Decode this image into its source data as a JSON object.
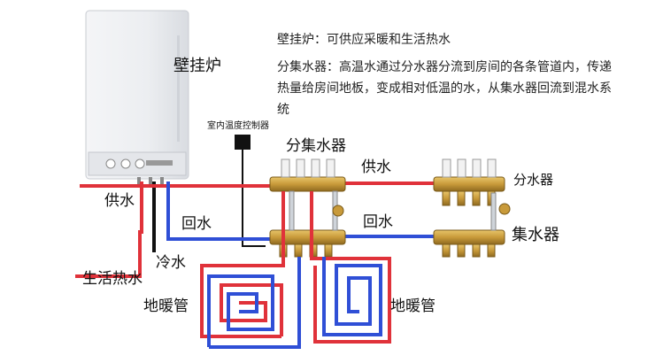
{
  "descriptions": {
    "boiler": "壁挂炉：可供应采暖和生活热水",
    "manifold": "分集水器：高温水通过分水器分流到房间的各条管道内，传递热量给房间地板，变成相对低温的水，从集水器回流到混水系统"
  },
  "labels": {
    "boiler": "壁挂炉",
    "thermostat": "室内温度控制器",
    "manifold_main": "分集水器",
    "supply_left": "供水",
    "return_left": "回水",
    "cold_water": "冷水",
    "domestic_hot_water": "生活热水",
    "supply_mid": "供水",
    "return_mid": "回水",
    "floor_heating_left": "地暖管",
    "floor_heating_right": "地暖管",
    "distributor": "分水器",
    "collector": "集水器"
  },
  "colors": {
    "supply_pipe": "#e0323a",
    "return_pipe": "#2f4fd6",
    "cold_pipe": "#111111",
    "brass": "#c89a3a",
    "valve_white": "#f2f2f2"
  },
  "icons": [
    "boiler-icon",
    "thermostat-icon",
    "manifold-icon"
  ]
}
